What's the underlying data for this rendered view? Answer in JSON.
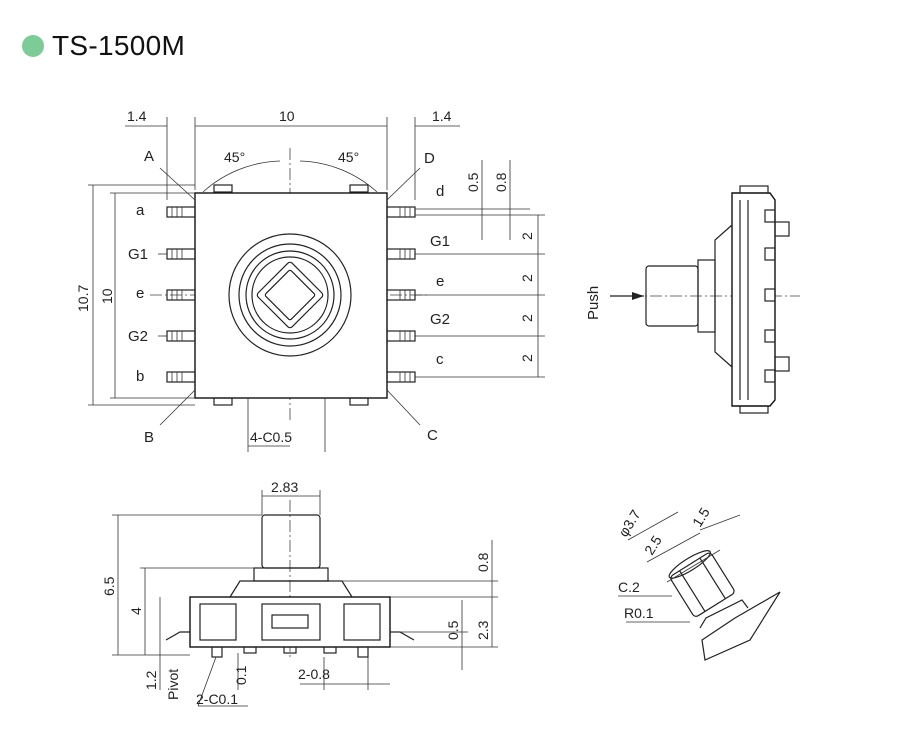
{
  "header": {
    "title": "TS-1500M",
    "dot_color": "#7dcc97"
  },
  "top_view": {
    "dims": {
      "side_left": "1.4",
      "width": "10",
      "side_right": "1.4",
      "angle_left": "45°",
      "angle_right": "45°",
      "height_outer": "10.7",
      "height_inner": "10",
      "chamfer": "4-C0.5",
      "pin_w1": "0.5",
      "pin_w2": "0.8",
      "pitch": "2"
    },
    "corners": {
      "a": "A",
      "b": "B",
      "c": "C",
      "d": "D"
    },
    "left_pins": [
      "a",
      "G1",
      "e",
      "G2",
      "b"
    ],
    "right_pins": [
      "d",
      "G1",
      "e",
      "G2",
      "c"
    ]
  },
  "side_view": {
    "push": "Push"
  },
  "front_view": {
    "dims": {
      "shaft": "2.83",
      "total": "6.5",
      "body": "4",
      "top": "0.8",
      "pin_off": "0.5",
      "base": "2.3",
      "pivot_h": "1.2",
      "gap": "0.1",
      "pin_pitch": "2-0.8",
      "pivot_label": "Pivot",
      "chamfer": "2-C0.1"
    }
  },
  "detail_view": {
    "dia": "φ3.7",
    "d25": "2.5",
    "d15": "1.5",
    "c2": "C.2",
    "r01": "R0.1"
  }
}
